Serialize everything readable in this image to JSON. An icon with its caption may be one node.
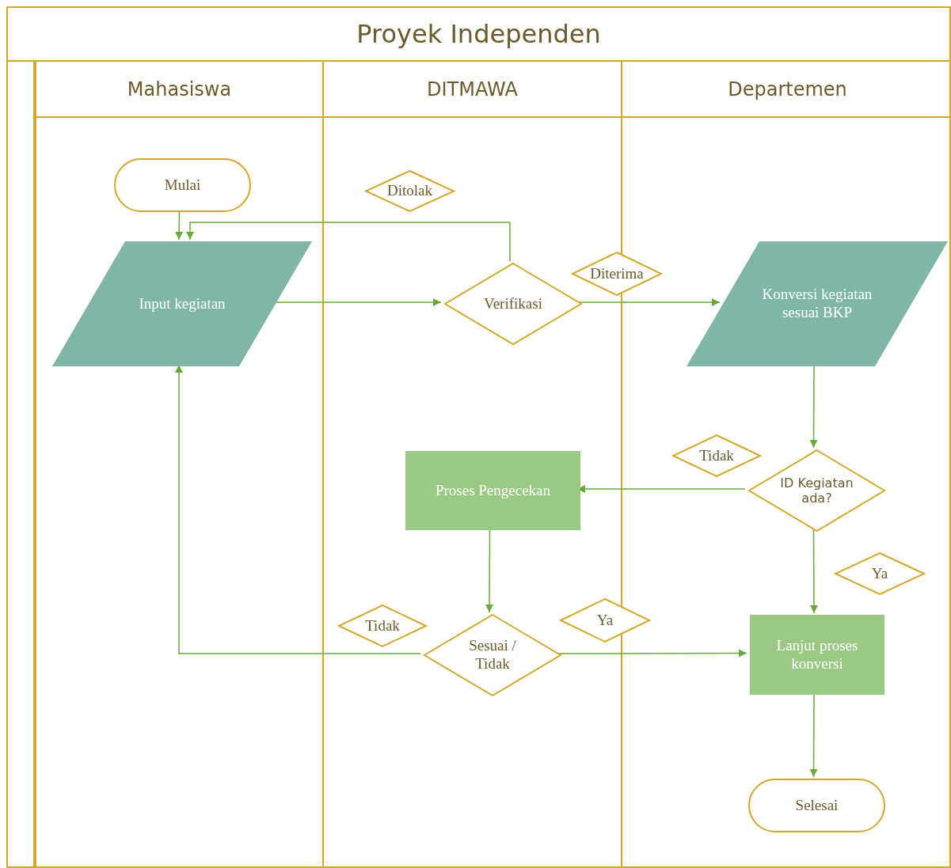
{
  "diagram": {
    "nodes": [
      {
        "text": [
          "Proyek Independen"
        ]
      },
      {
        "text": [
          "Mahasiswa"
        ],
        "in": 0
      },
      {
        "text": [
          "DITMAWA"
        ],
        "in": 0
      },
      {
        "text": [
          "Departemen"
        ],
        "in": 0
      },
      {
        "text": [
          "Mulai"
        ],
        "in": 1
      },
      {
        "text": [
          "Input kegiatan"
        ],
        "in": 1
      },
      {
        "text": [
          "Ditolak"
        ],
        "in": 2
      },
      {
        "text": [
          "Verifikasi"
        ],
        "in": 2
      },
      {
        "text": [
          "Diterima"
        ],
        "in": 0
      },
      {
        "text": [
          "Konversi kegiatan sesuai BKP"
        ],
        "in": 3
      },
      {
        "text": [
          "Tidak"
        ],
        "in": 3
      },
      {
        "text": [
          "ID Kegiatan ada?"
        ],
        "in": 3
      },
      {
        "text": [
          "Proses Pengecekan"
        ],
        "in": 2
      },
      {
        "text": [
          "Ya"
        ],
        "in": 3
      },
      {
        "text": [
          "Tidak"
        ],
        "in": 2
      },
      {
        "text": [
          "Sesuai / Tidak"
        ],
        "in": 2
      },
      {
        "text": [
          "Ya"
        ],
        "in": 0
      },
      {
        "text": [
          "Lanjut proses konversi"
        ],
        "in": 3
      },
      {
        "text": [
          "Selesai"
        ],
        "in": 3
      }
    ],
    "edges": [
      {
        "from": 4,
        "to": 5,
        "arrow": "to"
      },
      {
        "from": 5,
        "to": 7,
        "arrow": "to"
      },
      {
        "from": 7,
        "to": 5,
        "arrow": "to"
      },
      {
        "from": 7,
        "to": 9,
        "arrow": "to"
      },
      {
        "from": 9,
        "to": 11,
        "arrow": "to"
      },
      {
        "from": 11,
        "to": 12,
        "arrow": "to"
      },
      {
        "from": 11,
        "to": 17,
        "arrow": "to"
      },
      {
        "from": 12,
        "to": 15,
        "arrow": "to"
      },
      {
        "from": 15,
        "to": 17,
        "arrow": "to"
      },
      {
        "from": 15,
        "to": 5,
        "arrow": "to"
      },
      {
        "from": 17,
        "to": 18,
        "arrow": "to"
      }
    ]
  }
}
